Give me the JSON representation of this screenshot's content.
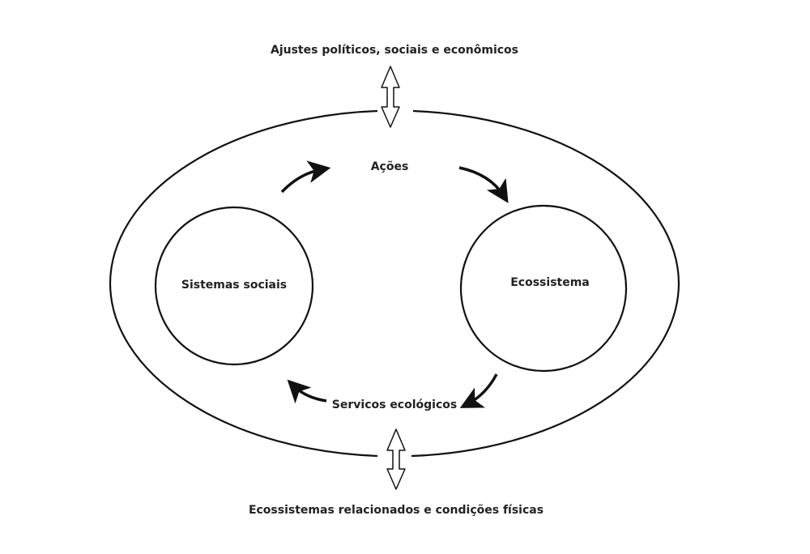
{
  "labels": {
    "top": "Ajustes políticos, sociais e econômicos",
    "actions": "Ações",
    "social_systems": "Sistemas sociais",
    "ecosystem": "Ecossistema",
    "ecological_services": "Servicos ecológicos",
    "bottom": "Ecossistemas relacionados e condições físicas"
  },
  "colors": {
    "stroke": "#111111",
    "text": "#222222"
  }
}
